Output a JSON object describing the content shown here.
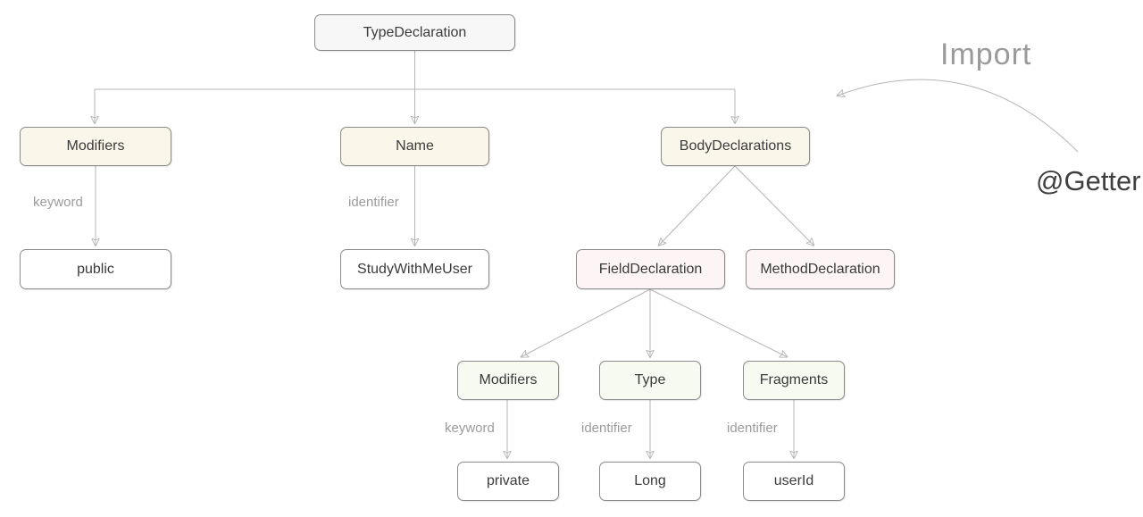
{
  "diagram": {
    "nodes": {
      "type_declaration": "TypeDeclaration",
      "modifiers_top": "Modifiers",
      "name": "Name",
      "body_declarations": "BodyDeclarations",
      "public": "public",
      "study_with_me_user": "StudyWithMeUser",
      "field_declaration": "FieldDeclaration",
      "method_declaration": "MethodDeclaration",
      "modifiers_field": "Modifiers",
      "type": "Type",
      "fragments": "Fragments",
      "private": "private",
      "long": "Long",
      "user_id": "userId"
    },
    "edge_labels": {
      "keyword_top": "keyword",
      "identifier_name": "identifier",
      "keyword_field": "keyword",
      "identifier_type": "identifier",
      "identifier_fragments": "identifier"
    },
    "annotations": {
      "import": "Import",
      "getter": "@Getter"
    },
    "colors": {
      "root_fill": "#f7f7f7",
      "level1_fill": "#fbf6ea",
      "declaration_fill": "#fdf4f6",
      "field_child_fill": "#f6faf1",
      "leaf_fill": "#ffffff",
      "border": "#8c8c8c",
      "edge": "#b5b5b5",
      "arrowhead": "#7a7a7a",
      "edge_label": "#9b9b9b",
      "node_text": "#3b3b3b",
      "import_text": "#9a9a9a",
      "getter_text": "#3f3f3f"
    }
  }
}
